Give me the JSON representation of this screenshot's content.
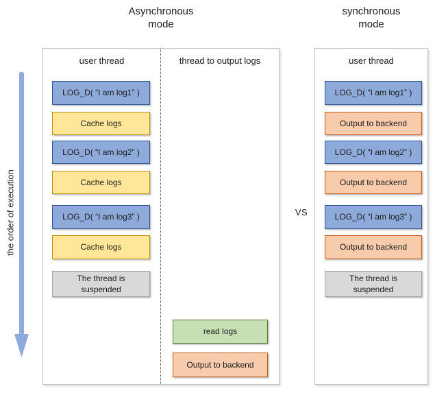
{
  "page": {
    "vs_label": "VS",
    "execution_axis_label": "the order of execution"
  },
  "async_panel": {
    "title": "Asynchronous mode",
    "user_thread": {
      "header": "user thread",
      "boxes": [
        {
          "label": "LOG_D( “I am log1” )",
          "type": "log-call"
        },
        {
          "label": "Cache logs",
          "type": "cache"
        },
        {
          "label": "LOG_D( “I am log2” )",
          "type": "log-call"
        },
        {
          "label": "Cache logs",
          "type": "cache"
        },
        {
          "label": "LOG_D( “I am log3” )",
          "type": "log-call"
        },
        {
          "label": "Cache logs",
          "type": "cache"
        },
        {
          "label": "The thread is suspended",
          "type": "suspended"
        }
      ]
    },
    "output_thread": {
      "header": "thread to output logs",
      "boxes": [
        {
          "label": "read logs",
          "type": "read"
        },
        {
          "label": "Output to backend",
          "type": "output"
        }
      ]
    }
  },
  "sync_panel": {
    "title": "synchronous mode",
    "user_thread": {
      "header": "user thread",
      "boxes": [
        {
          "label": "LOG_D( “I am log1” )",
          "type": "log-call"
        },
        {
          "label": "Output to backend",
          "type": "output"
        },
        {
          "label": "LOG_D( “I am log2” )",
          "type": "log-call"
        },
        {
          "label": "Output to backend",
          "type": "output"
        },
        {
          "label": "LOG_D( “I am log3” )",
          "type": "log-call"
        },
        {
          "label": "Output to backend",
          "type": "output"
        },
        {
          "label": "The thread is suspended",
          "type": "suspended"
        }
      ]
    }
  },
  "colors": {
    "log_call_fill": "#8eaadb",
    "log_call_border": "#2f5597",
    "cache_fill": "#ffe699",
    "cache_border": "#bf9000",
    "output_fill": "#f8cbad",
    "output_border": "#c55a11",
    "read_fill": "#c6e0b4",
    "read_border": "#548235",
    "suspended_fill": "#d9d9d9",
    "suspended_border": "#a3a3a3",
    "arrow": "#8faadc"
  }
}
